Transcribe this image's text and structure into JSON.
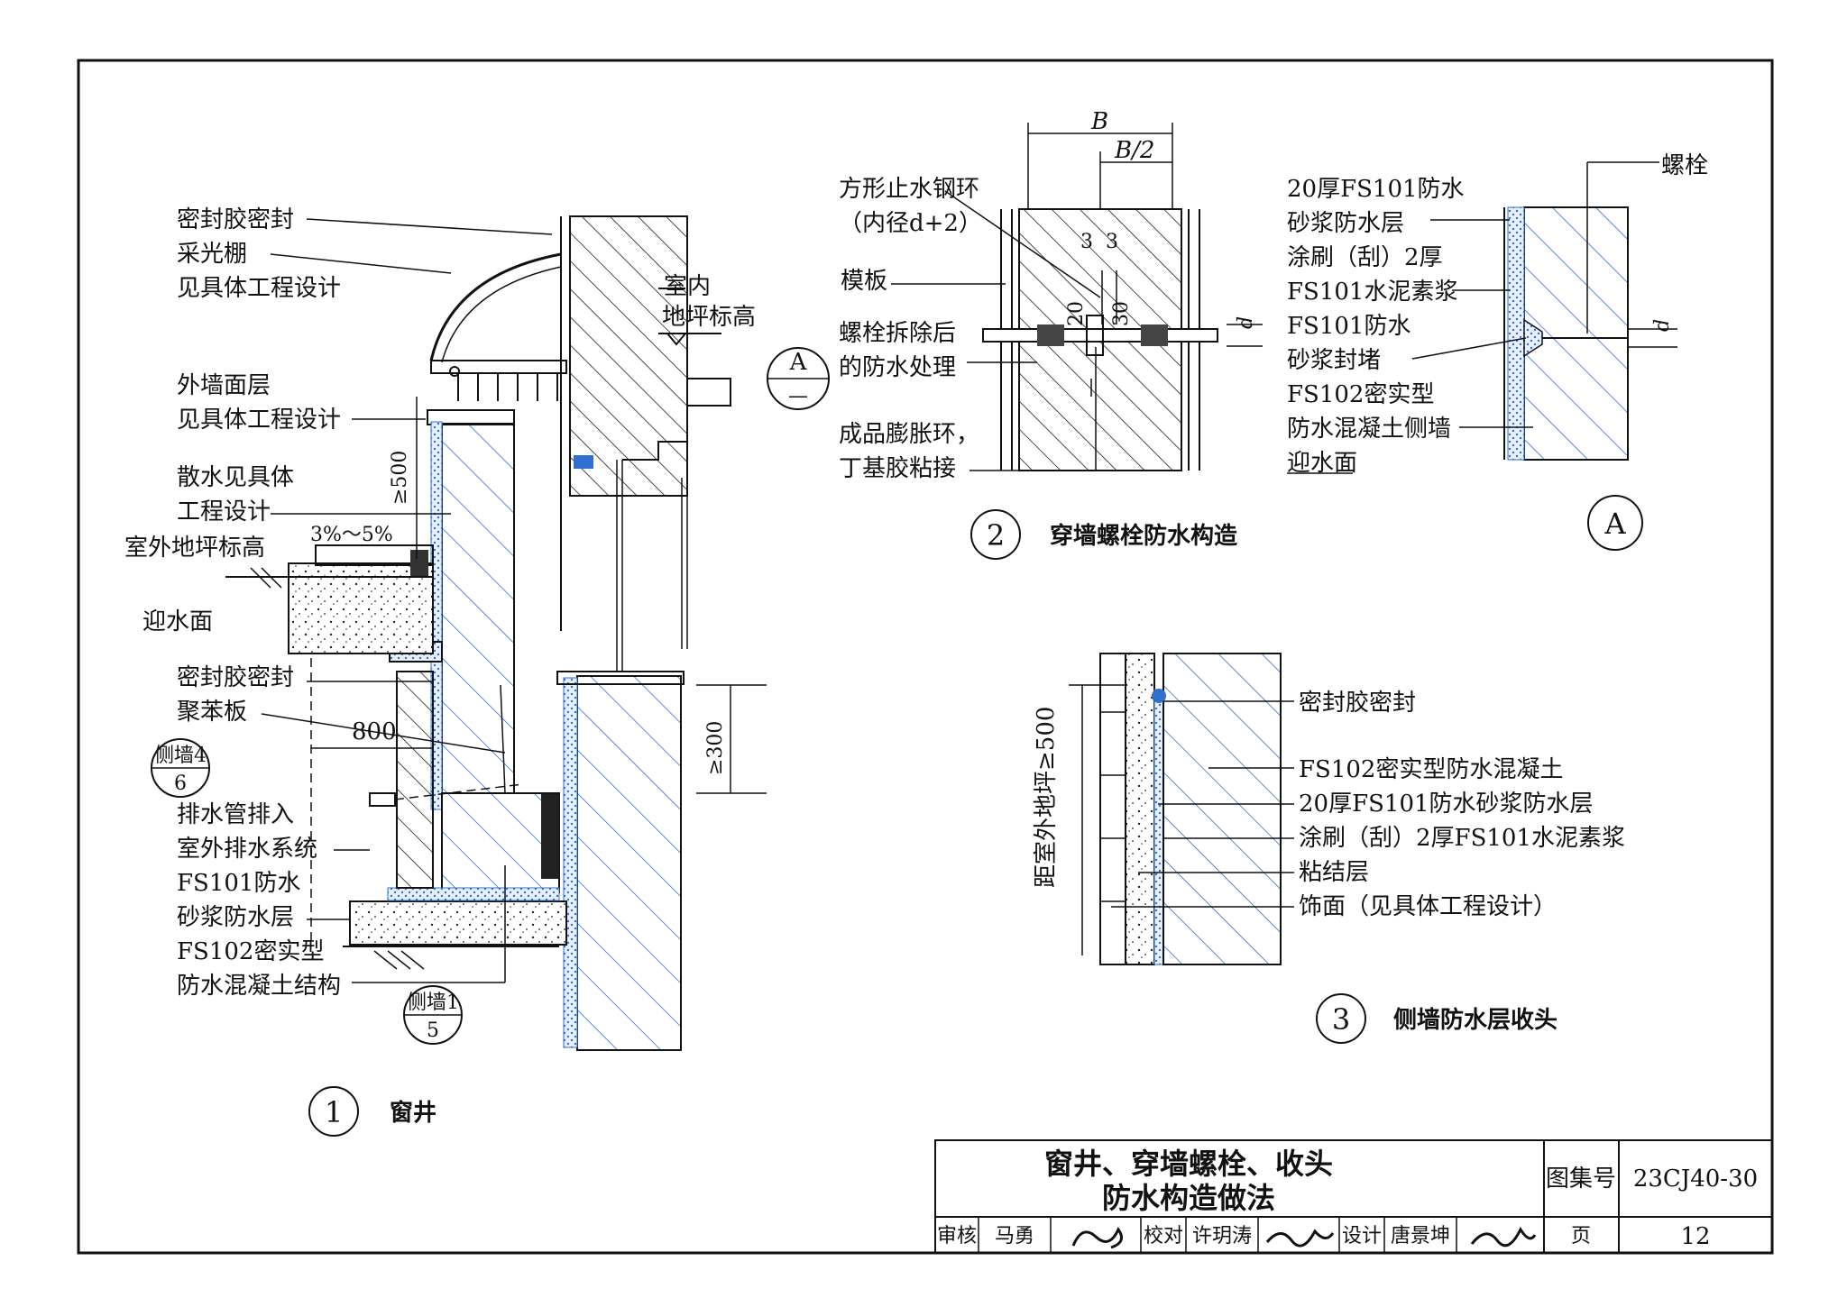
{
  "colors": {
    "line": "#111111",
    "waterproof": "#2f6fd0"
  },
  "detail1": {
    "number": "1",
    "title": "窗井",
    "labels": {
      "sealant_top": "密封胶密封",
      "skylight": "采光棚",
      "skylight_note": "见具体工程设计",
      "facade": "外墙面层",
      "facade_note": "见具体工程设计",
      "apron": "散水见具体",
      "apron_note": "工程设计",
      "outdoor_level": "室外地坪标高",
      "slope": "3%～5%",
      "water_face": "迎水面",
      "indoor_level_1": "室内",
      "indoor_level_2": "地坪标高",
      "sealant_mid": "密封胶密封",
      "polystyrene": "聚苯板",
      "drain_1": "排水管排入",
      "drain_2": "室外排水系统",
      "mortar_1": "FS101防水",
      "mortar_2": "砂浆防水层",
      "concrete_1": "FS102密实型",
      "concrete_2": "防水混凝土结构",
      "dim_500": "≥500",
      "dim_800": "800",
      "dim_300": "≥300",
      "ref_a_top": "侧墙4",
      "ref_a_bottom": "6",
      "ref_b_top": "侧墙1",
      "ref_b_bottom": "5"
    }
  },
  "detail2": {
    "number": "2",
    "title": "穿墙螺栓防水构造",
    "labels": {
      "ring_1": "方形止水钢环",
      "ring_2": "（内径d+2）",
      "formwork": "模板",
      "bolt_1": "螺栓拆除后",
      "bolt_2": "的防水处理",
      "expand_1": "成品膨胀环，",
      "expand_2": "丁基胶粘接",
      "dim_b": "B",
      "dim_b2": "B/2",
      "dim_3a": "3",
      "dim_3b": "3",
      "dim_20": "20",
      "dim_30": "30",
      "dim_d": "d",
      "ref_top": "A",
      "ref_bottom": "—"
    }
  },
  "detailA": {
    "marker": "A",
    "labels": {
      "l1": "20厚FS101防水",
      "l2": "砂浆防水层",
      "l3": "涂刷（刮）2厚",
      "l4": "FS101水泥素浆",
      "l5": "FS101防水",
      "l6": "砂浆封堵",
      "l7": "FS102密实型",
      "l8": "防水混凝土侧墙",
      "l9": "迎水面",
      "bolt": "螺栓",
      "dim_d": "d"
    }
  },
  "detail3": {
    "number": "3",
    "title": "侧墙防水层收头",
    "labels": {
      "sealant": "密封胶密封",
      "concrete": "FS102密实型防水混凝土",
      "mortar": "20厚FS101防水砂浆防水层",
      "slurry": "涂刷（刮）2厚FS101水泥素浆",
      "bond": "粘结层",
      "finish": "饰面（见具体工程设计）",
      "dim_vertical": "距室外地坪≥500"
    }
  },
  "title_block": {
    "title_1": "窗井、穿墙螺栓、收头",
    "title_2": "防水构造做法",
    "atlas_label": "图集号",
    "atlas_no": "23CJ40-30",
    "review_label": "审核",
    "reviewer": "马勇",
    "check_label": "校对",
    "checker": "许玥涛",
    "design_label": "设计",
    "designer": "唐景坤",
    "page_label": "页",
    "page_no": "12"
  }
}
